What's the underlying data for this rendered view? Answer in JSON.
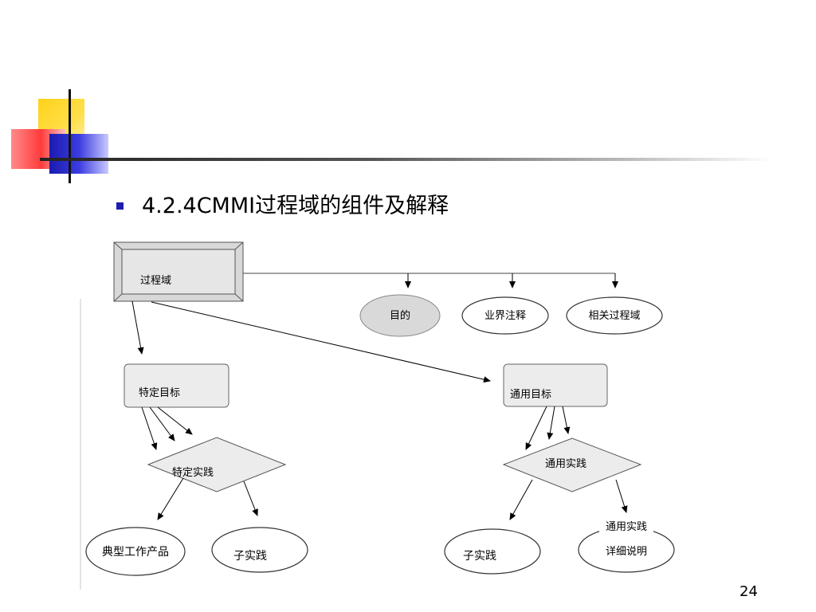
{
  "slide": {
    "title": "4.2.4CMMI过程域的组件及解释",
    "page_number": "24"
  },
  "diagram": {
    "process_area": "过程域",
    "purpose": "目的",
    "industry_notes": "业界注释",
    "related_process_areas": "相关过程域",
    "specific_goals": "特定目标",
    "generic_goals": "通用目标",
    "specific_practices": "特定实践",
    "generic_practices": "通用实践",
    "typical_work_products": "典型工作产品",
    "subpractices_left": "子实践",
    "subpractices_right": "子实践",
    "generic_practice_elaborations_line1": "通用实践",
    "generic_practice_elaborations_line2": "详细说明"
  }
}
